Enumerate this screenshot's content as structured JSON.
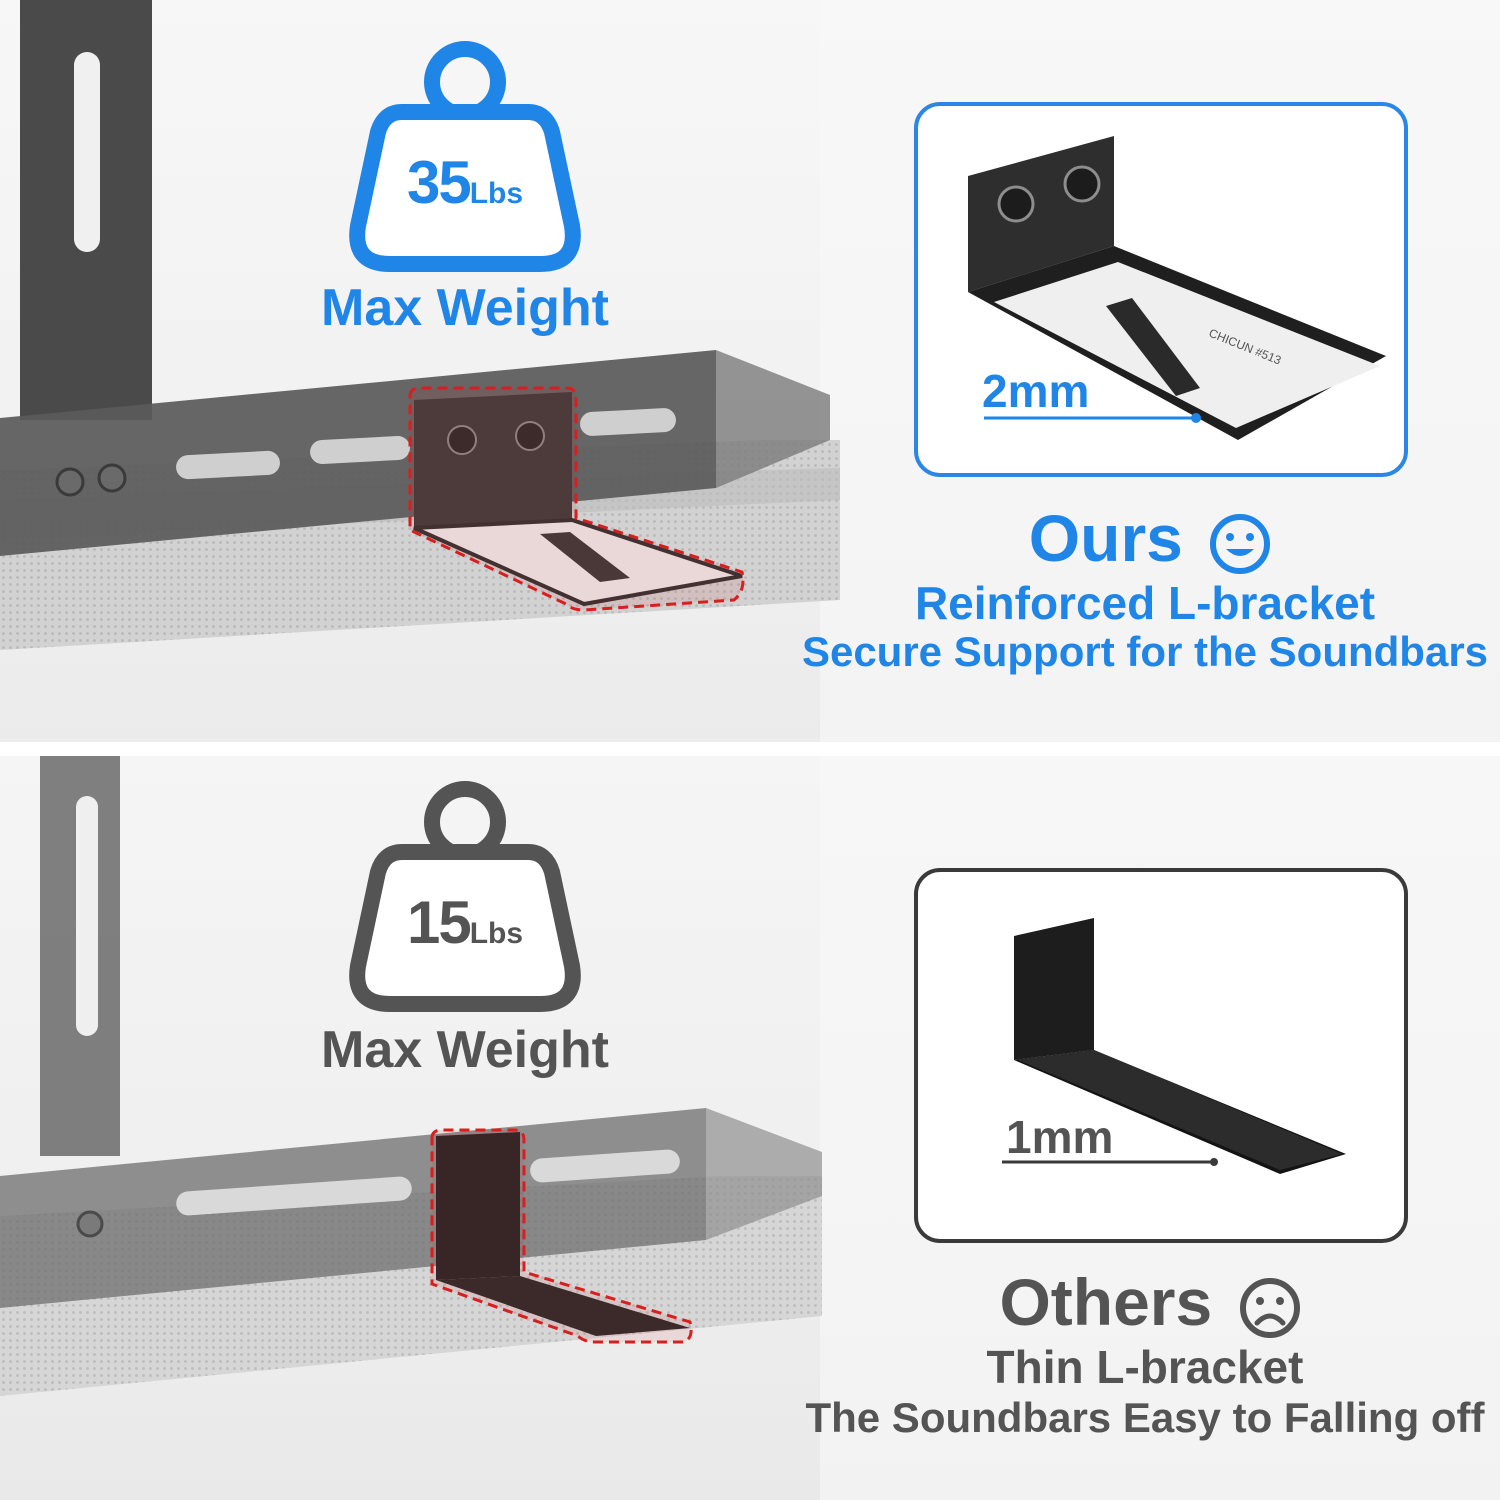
{
  "colors": {
    "accent_blue": "#1f86e8",
    "neutral_gray": "#545454",
    "highlight_red": "#d81f1f"
  },
  "ours": {
    "weight_number": "35",
    "weight_unit": "Lbs",
    "max_weight_label": "Max Weight",
    "thickness_label": "2mm",
    "bracket_print": "CHICUN #513",
    "title": "Ours",
    "face_icon": "smiley-face-icon",
    "subtitle": "Reinforced L-bracket",
    "description": "Secure Support for the Soundbars"
  },
  "others": {
    "weight_number": "15",
    "weight_unit": "Lbs",
    "max_weight_label": "Max Weight",
    "thickness_label": "1mm",
    "title": "Others",
    "face_icon": "sad-face-icon",
    "subtitle": "Thin L-bracket",
    "description": "The Soundbars Easy to Falling off"
  }
}
